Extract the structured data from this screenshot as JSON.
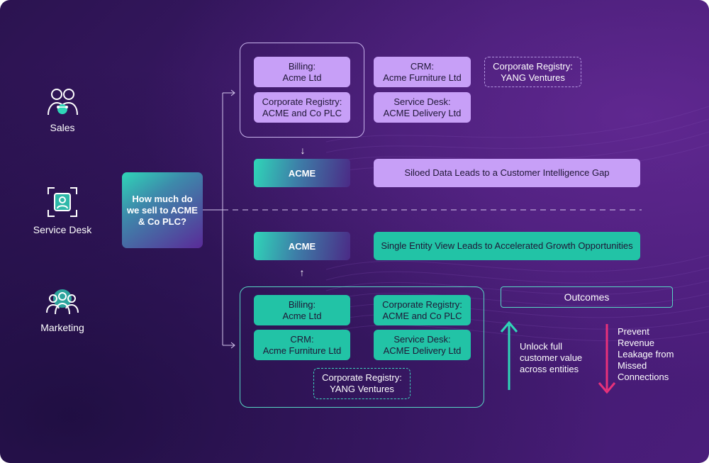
{
  "personas": [
    {
      "label": "Sales",
      "icon": "users-group-icon"
    },
    {
      "label": "Service Desk",
      "icon": "agent-badge-icon"
    },
    {
      "label": "Marketing",
      "icon": "audience-icon"
    }
  ],
  "question": "How much do we sell to ACME & Co PLC?",
  "siloed": {
    "records": [
      {
        "title": "Billing:",
        "value": "Acme Ltd"
      },
      {
        "title": "CRM:",
        "value": "Acme Furniture Ltd"
      },
      {
        "title": "Corporate Registry:",
        "value": "YANG Ventures"
      },
      {
        "title": "Corporate Registry:",
        "value": "ACME and Co PLC"
      },
      {
        "title": "Service Desk:",
        "value": "ACME Delivery Ltd"
      }
    ],
    "entity": "ACME",
    "message": "Siloed Data Leads to a Customer Intelligence Gap"
  },
  "unified": {
    "entity": "ACME",
    "message": "Single Entity View Leads to Accelerated Growth Opportunities",
    "records": [
      {
        "title": "Billing:",
        "value": "Acme Ltd"
      },
      {
        "title": "Corporate Registry:",
        "value": "ACME and Co PLC"
      },
      {
        "title": "CRM:",
        "value": "Acme Furniture Ltd"
      },
      {
        "title": "Service Desk:",
        "value": "ACME Delivery Ltd"
      },
      {
        "title": "Corporate Registry:",
        "value": "YANG Ventures"
      }
    ]
  },
  "outcomes": {
    "title": "Outcomes",
    "up": {
      "lines": [
        "Unlock full",
        "customer value",
        "across entities"
      ]
    },
    "down": {
      "lines": [
        "Prevent",
        "Revenue",
        "Leakage from",
        "Missed",
        "Connections"
      ]
    }
  },
  "colors": {
    "lilac": "#c79ff7",
    "teal": "#22c3a6",
    "pink_arrow": "#e8317a",
    "background": "#3e1a6c"
  }
}
